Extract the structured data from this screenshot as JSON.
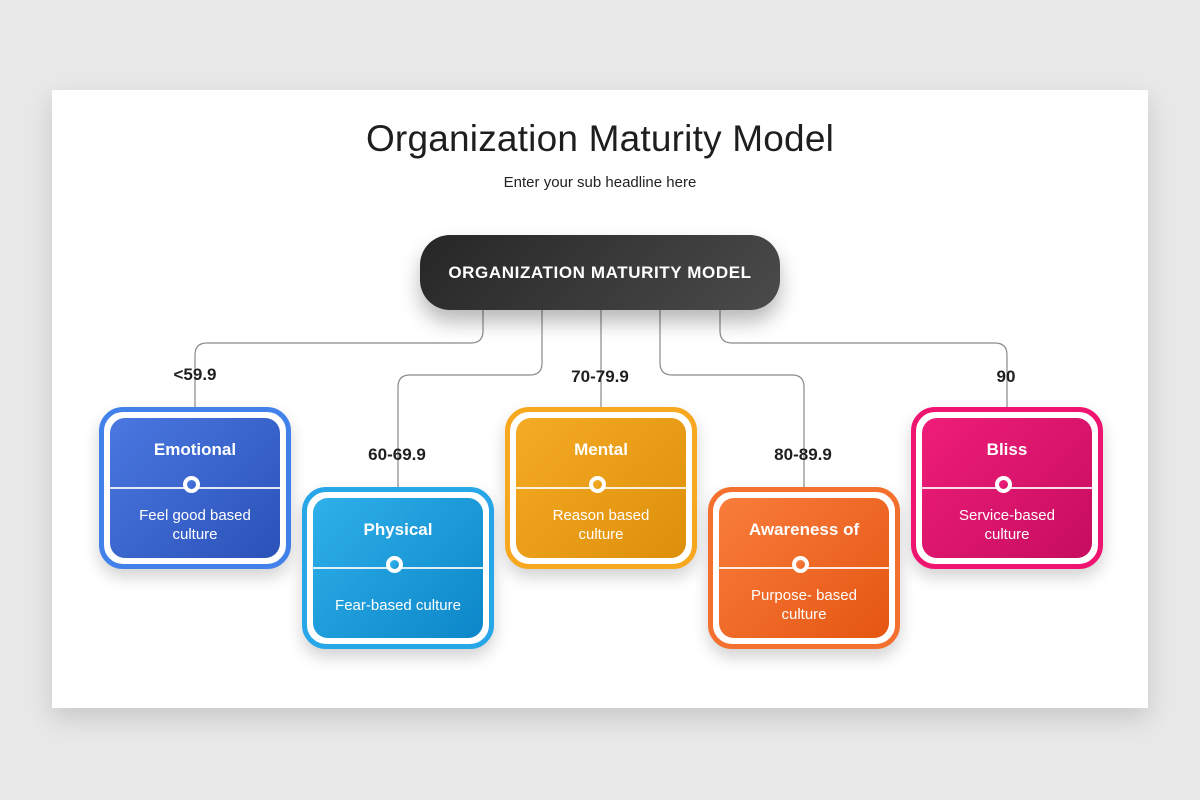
{
  "page": {
    "background_color": "#e9e8e8",
    "canvas_color": "#ffffff",
    "connector_color": "#8a8a8a"
  },
  "header": {
    "title": "Organization Maturity Model",
    "subtitle": "Enter your sub headline here"
  },
  "root_node": {
    "label": "ORGANIZATION MATURITY MODEL",
    "colors": {
      "fill_top": "#4b4b4b",
      "fill_bottom": "#262626",
      "text": "#ffffff"
    }
  },
  "nodes": [
    {
      "range": "<59.9",
      "title": "Emotional",
      "subtitle": "Feel good based culture",
      "colors": {
        "border": "#4281ea",
        "fill_top": "#4a78e0",
        "fill_bottom": "#2a52b8"
      }
    },
    {
      "range": "60-69.9",
      "title": "Physical",
      "subtitle": "Fear-based culture",
      "colors": {
        "border": "#27a6e8",
        "fill_top": "#2fb0ea",
        "fill_bottom": "#0c86c8"
      }
    },
    {
      "range": "70-79.9",
      "title": "Mental",
      "subtitle": "Reason based culture",
      "colors": {
        "border": "#f8a81f",
        "fill_top": "#f6ab25",
        "fill_bottom": "#dd8f0a"
      }
    },
    {
      "range": "80-89.9",
      "title": "Awareness of",
      "subtitle": "Purpose- based culture",
      "colors": {
        "border": "#f3702e",
        "fill_top": "#f97d3c",
        "fill_bottom": "#e55512"
      }
    },
    {
      "range": "90",
      "title": "Bliss",
      "subtitle": "Service-based culture",
      "colors": {
        "border": "#ee1470",
        "fill_top": "#ef1d79",
        "fill_bottom": "#c60d60"
      }
    }
  ]
}
